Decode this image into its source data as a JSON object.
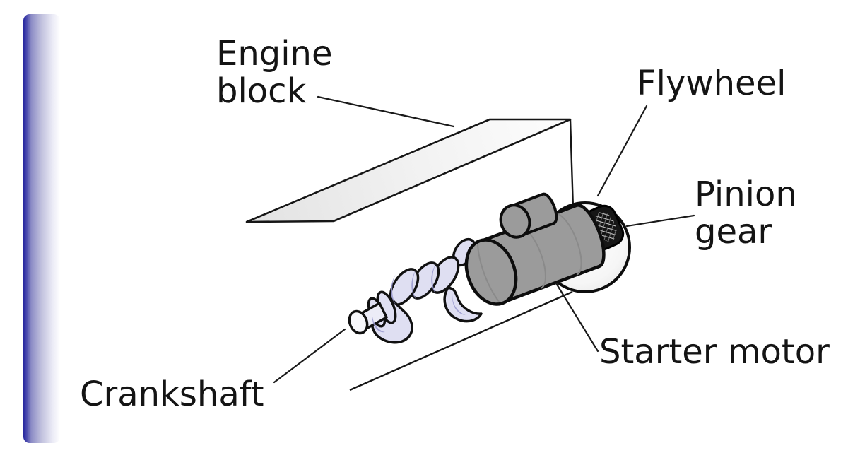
{
  "diagram": {
    "labels": {
      "engine_block": {
        "line1": "Engine",
        "line2": "block"
      },
      "flywheel": "Flywheel",
      "pinion_gear": {
        "line1": "Pinion",
        "line2": "gear"
      },
      "starter_motor": "Starter motor",
      "crankshaft": "Crankshaft"
    },
    "colors": {
      "accent_bar_blue": "#2a2aa0",
      "motor_gray": "#9b9b9b",
      "crankshaft_lavender": "#dfdff2",
      "crankshaft_shading": "#9898ce",
      "engine_block_fill": "#ededed",
      "outline_black": "#111111",
      "pinion_dark": "#161616",
      "background": "#ffffff"
    }
  }
}
